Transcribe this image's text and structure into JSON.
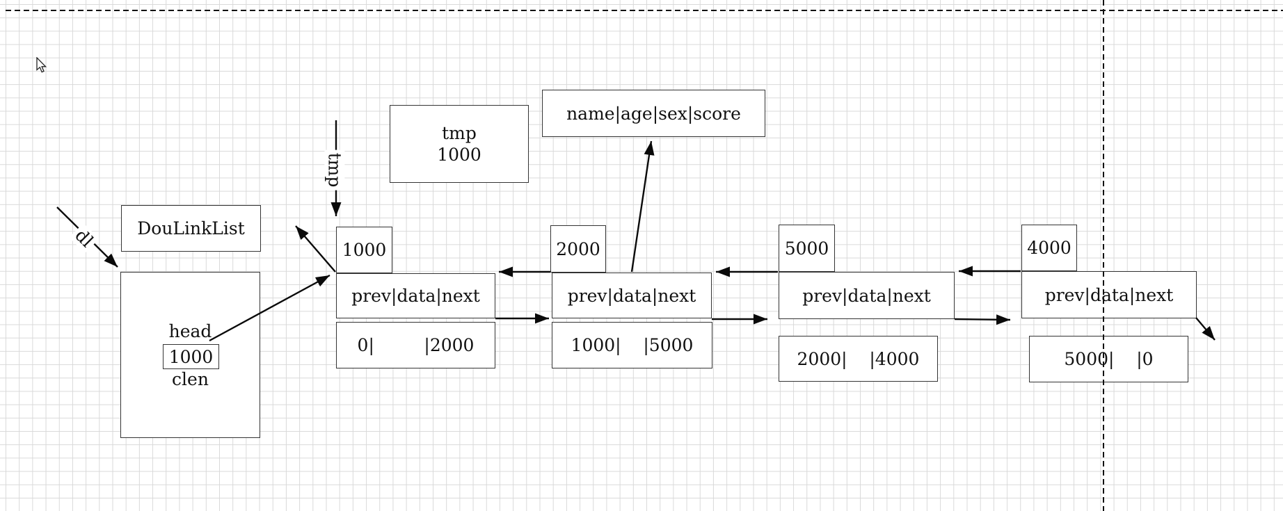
{
  "canvas": {
    "background_color": "#ffffff",
    "grid_color": "#d9d9d9",
    "line_color": "#0a0a0a",
    "page_guide_color": "#111111"
  },
  "class_box": {
    "title": "DouLinkList"
  },
  "main_box": {
    "head_label": "head",
    "head_value": "1000",
    "clen_label": "clen"
  },
  "pointer_labels": {
    "dl": "dl",
    "tmp": "tmp"
  },
  "tmp_box": {
    "name": "tmp",
    "value": "1000"
  },
  "fields_box": {
    "text": "name|age|sex|score"
  },
  "nodes": [
    {
      "address": "1000",
      "header": "prev|data|next",
      "values": "0|         |2000"
    },
    {
      "address": "2000",
      "header": "prev|data|next",
      "values": "1000|    |5000"
    },
    {
      "address": "5000",
      "header": "prev|data|next",
      "values": "2000|    |4000"
    },
    {
      "address": "4000",
      "header": "prev|data|next",
      "values": "5000|    |0"
    }
  ]
}
